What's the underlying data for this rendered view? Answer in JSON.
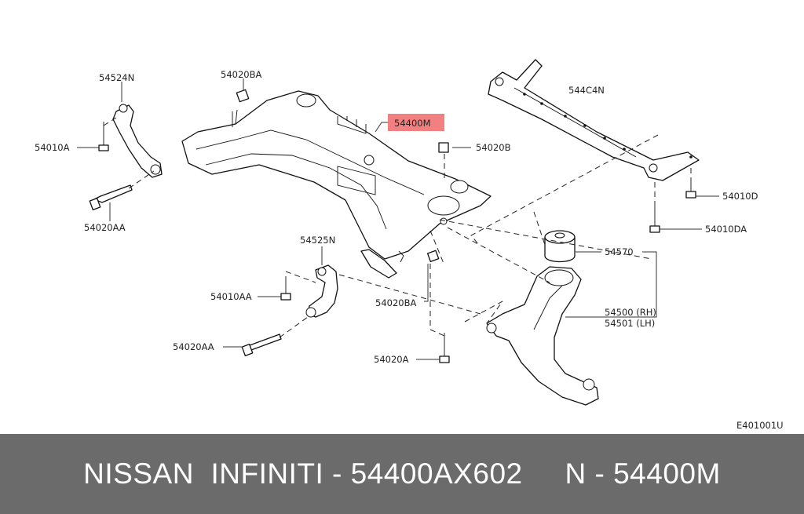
{
  "diagram": {
    "code": "E401001U",
    "highlight_color": "#f06a6a",
    "labels": {
      "p54524N": "54524N",
      "p54020BA_top": "54020BA",
      "p54400M": "54400M",
      "p544C4N": "544C4N",
      "p54010A": "54010A",
      "p54020B": "54020B",
      "p54020AA_left": "54020AA",
      "p54010D": "54010D",
      "p54010DA": "54010DA",
      "p54525N": "54525N",
      "p54570": "54570",
      "p54010AA": "54010AA",
      "p54020BA_mid": "54020BA",
      "p54500": "54500 (RH)",
      "p54501": "54501 (LH)",
      "p54020AA_bottom": "54020AA",
      "p54020A": "54020A"
    }
  },
  "footer": {
    "text": "NISSAN  INFINITI - 54400AX602     N - 54400M",
    "background": "#6b6b6b"
  }
}
